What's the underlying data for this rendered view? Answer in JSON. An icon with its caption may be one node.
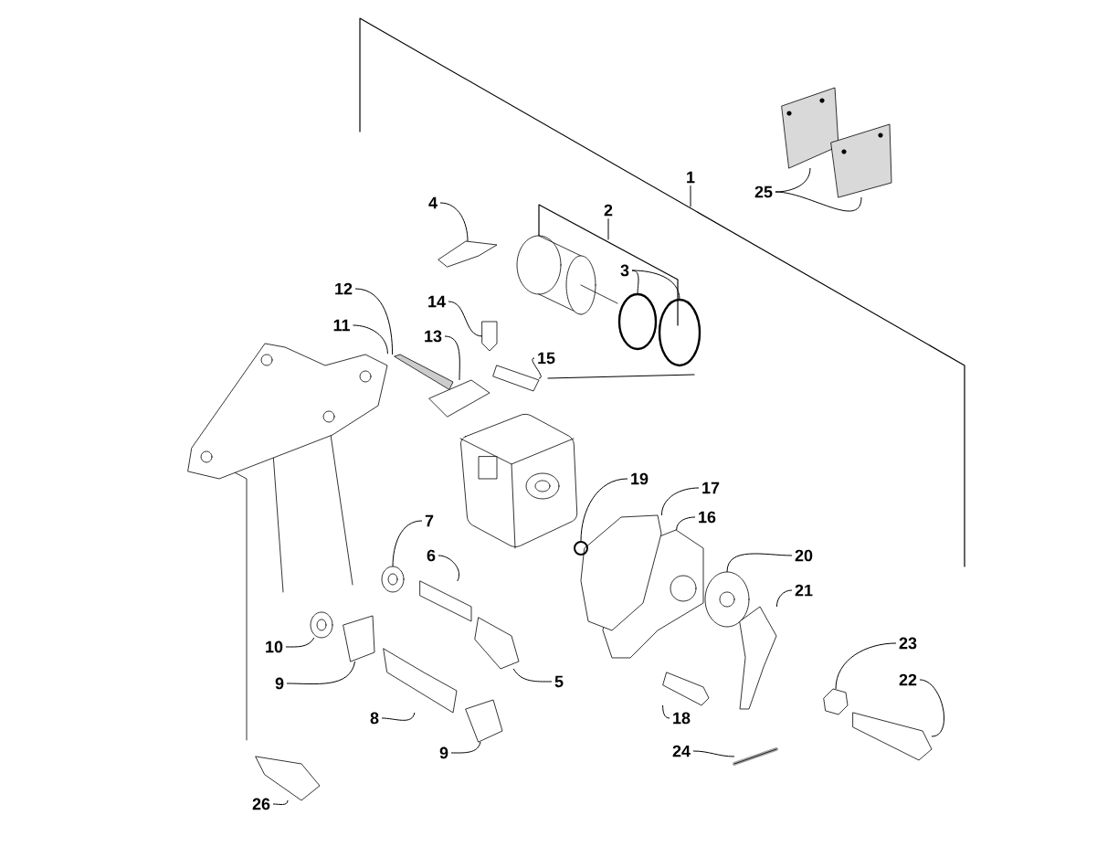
{
  "diagram": {
    "nodes": [
      {
        "text": [
          "1"
        ]
      },
      {
        "text": [
          "2"
        ]
      },
      {
        "text": [
          "3"
        ]
      },
      {
        "text": [
          "4"
        ]
      },
      {
        "text": [
          "5"
        ]
      },
      {
        "text": [
          "6"
        ]
      },
      {
        "text": [
          "7"
        ]
      },
      {
        "text": [
          "8"
        ]
      },
      {
        "text": [
          "9"
        ]
      },
      {
        "text": [
          "9"
        ]
      },
      {
        "text": [
          "10"
        ]
      },
      {
        "text": [
          "11"
        ]
      },
      {
        "text": [
          "12"
        ]
      },
      {
        "text": [
          "13"
        ]
      },
      {
        "text": [
          "14"
        ]
      },
      {
        "text": [
          "15"
        ]
      },
      {
        "text": [
          "16"
        ]
      },
      {
        "text": [
          "17"
        ]
      },
      {
        "text": [
          "18"
        ]
      },
      {
        "text": [
          "19"
        ]
      },
      {
        "text": [
          "20"
        ]
      },
      {
        "text": [
          "21"
        ]
      },
      {
        "text": [
          "22"
        ]
      },
      {
        "text": [
          "23"
        ]
      },
      {
        "text": [
          "24"
        ]
      },
      {
        "text": [
          "25"
        ]
      },
      {
        "text": [
          "26"
        ]
      },
      {
        "text": [],
        "shape": "circle"
      },
      {
        "text": [],
        "shape": "circle"
      },
      {
        "text": [],
        "shape": "picture"
      },
      {
        "text": [],
        "shape": "picture"
      },
      {
        "text": [],
        "shape": "box"
      },
      {
        "text": [],
        "shape": "picture"
      },
      {
        "text": [],
        "shape": "picture"
      },
      {
        "text": [],
        "shape": "picture"
      },
      {
        "text": [],
        "shape": "picture"
      },
      {
        "text": [],
        "shape": "picture"
      },
      {
        "text": [],
        "shape": "picture"
      },
      {
        "text": [],
        "shape": "picture"
      },
      {
        "text": [],
        "shape": "picture"
      },
      {
        "text": [],
        "shape": "box"
      },
      {
        "text": [],
        "shape": "picture"
      },
      {
        "text": [],
        "shape": "picture"
      },
      {
        "text": [],
        "shape": "picture"
      },
      {
        "text": [],
        "shape": "picture"
      },
      {
        "text": [],
        "shape": "circle"
      },
      {
        "text": [],
        "shape": "picture"
      },
      {
        "text": [],
        "shape": "picture"
      },
      {
        "text": [],
        "shape": "picture"
      },
      {
        "text": [],
        "shape": "picture"
      },
      {
        "text": [],
        "shape": "picture"
      },
      {
        "text": [],
        "shape": "picture"
      },
      {
        "text": [],
        "shape": "picture"
      },
      {
        "text": [],
        "shape": "picture"
      }
    ],
    "edges": [
      {
        "from": 0,
        "to": null,
        "arrow": "none"
      },
      {
        "from": 1,
        "to": null,
        "arrow": "none"
      },
      {
        "from": 2,
        "to": 27,
        "arrow": "none"
      },
      {
        "from": 2,
        "to": 28,
        "arrow": "none"
      },
      {
        "from": 3,
        "to": 29,
        "arrow": "none"
      },
      {
        "from": 4,
        "to": 30,
        "arrow": "none"
      },
      {
        "from": 5,
        "to": 31,
        "arrow": "none"
      },
      {
        "from": 6,
        "to": 32,
        "arrow": "none"
      },
      {
        "from": 7,
        "to": 33,
        "arrow": "none"
      },
      {
        "from": 8,
        "to": 34,
        "arrow": "none"
      },
      {
        "from": 9,
        "to": 35,
        "arrow": "none"
      },
      {
        "from": 10,
        "to": 36,
        "arrow": "none"
      },
      {
        "from": 11,
        "to": 37,
        "arrow": "none"
      },
      {
        "from": 12,
        "to": 38,
        "arrow": "none"
      },
      {
        "from": 13,
        "to": 39,
        "arrow": "none"
      },
      {
        "from": 14,
        "to": 40,
        "arrow": "none"
      },
      {
        "from": 15,
        "to": 41,
        "arrow": "none"
      },
      {
        "from": 16,
        "to": 42,
        "arrow": "none"
      },
      {
        "from": 17,
        "to": 43,
        "arrow": "none"
      },
      {
        "from": 18,
        "to": 44,
        "arrow": "none"
      },
      {
        "from": 19,
        "to": 45,
        "arrow": "none"
      },
      {
        "from": 20,
        "to": 46,
        "arrow": "none"
      },
      {
        "from": 21,
        "to": 47,
        "arrow": "none"
      },
      {
        "from": 22,
        "to": 48,
        "arrow": "none"
      },
      {
        "from": 23,
        "to": 49,
        "arrow": "none"
      },
      {
        "from": 24,
        "to": 50,
        "arrow": "none"
      },
      {
        "from": 25,
        "to": 51,
        "arrow": "none"
      },
      {
        "from": 25,
        "to": 52,
        "arrow": "none"
      },
      {
        "from": 26,
        "to": 53,
        "arrow": "none"
      }
    ]
  }
}
